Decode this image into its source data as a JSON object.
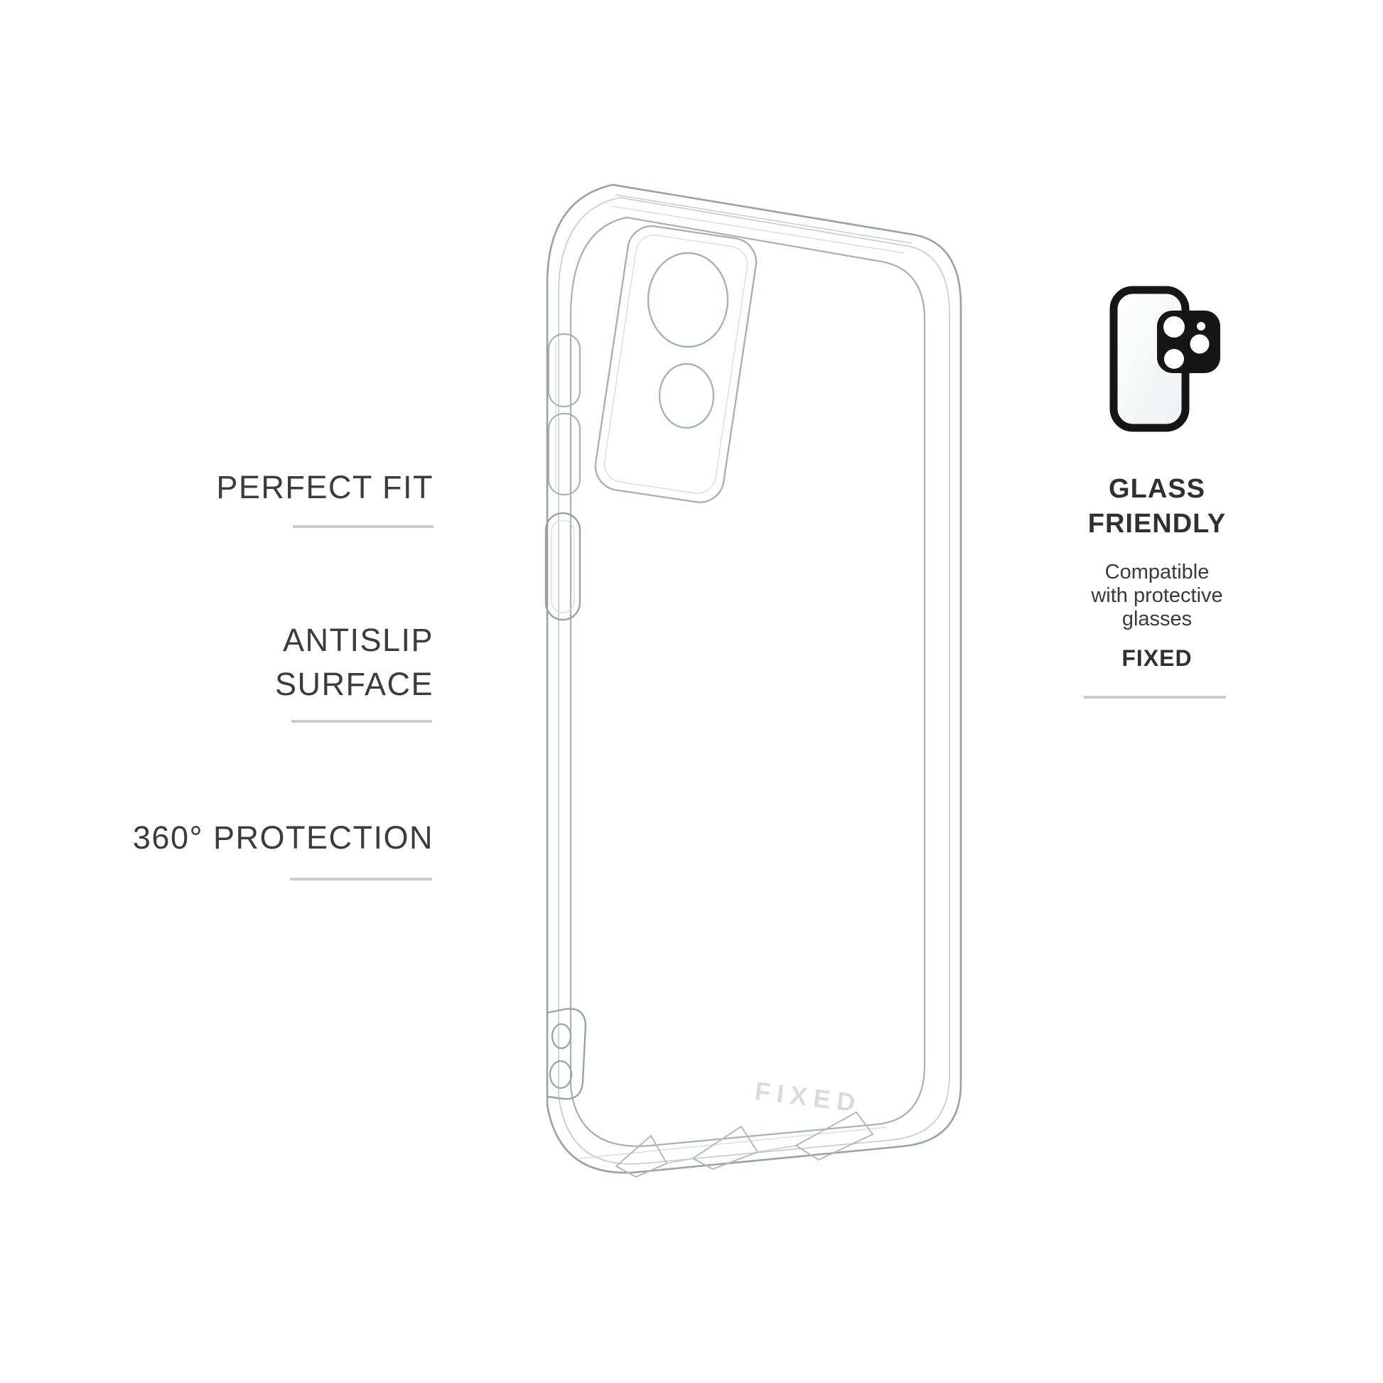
{
  "features": [
    {
      "lines": [
        "PERFECT FIT"
      ]
    },
    {
      "lines": [
        "ANTISLIP",
        "SURFACE"
      ]
    },
    {
      "lines": [
        "360° PROTECTION"
      ]
    }
  ],
  "right_panel": {
    "icon": "glass-friendly-screen-protector-icon",
    "title_lines": [
      "GLASS",
      "FRIENDLY"
    ],
    "subtitle_lines": [
      "Compatible",
      "with protective",
      "glasses"
    ],
    "brand": "FIXED"
  },
  "case": {
    "description": "transparent TPU phone case line drawing",
    "watermark": "FIXED"
  },
  "colors": {
    "background": "#ffffff",
    "label_text": "#3c3c3c",
    "heading_text": "#303030",
    "underline": "#cbcbcb",
    "case_outline": "#9ba1a7",
    "case_outline_light": "#c5c9cd",
    "icon_black": "#161616",
    "watermark": "#d9dbdc"
  }
}
